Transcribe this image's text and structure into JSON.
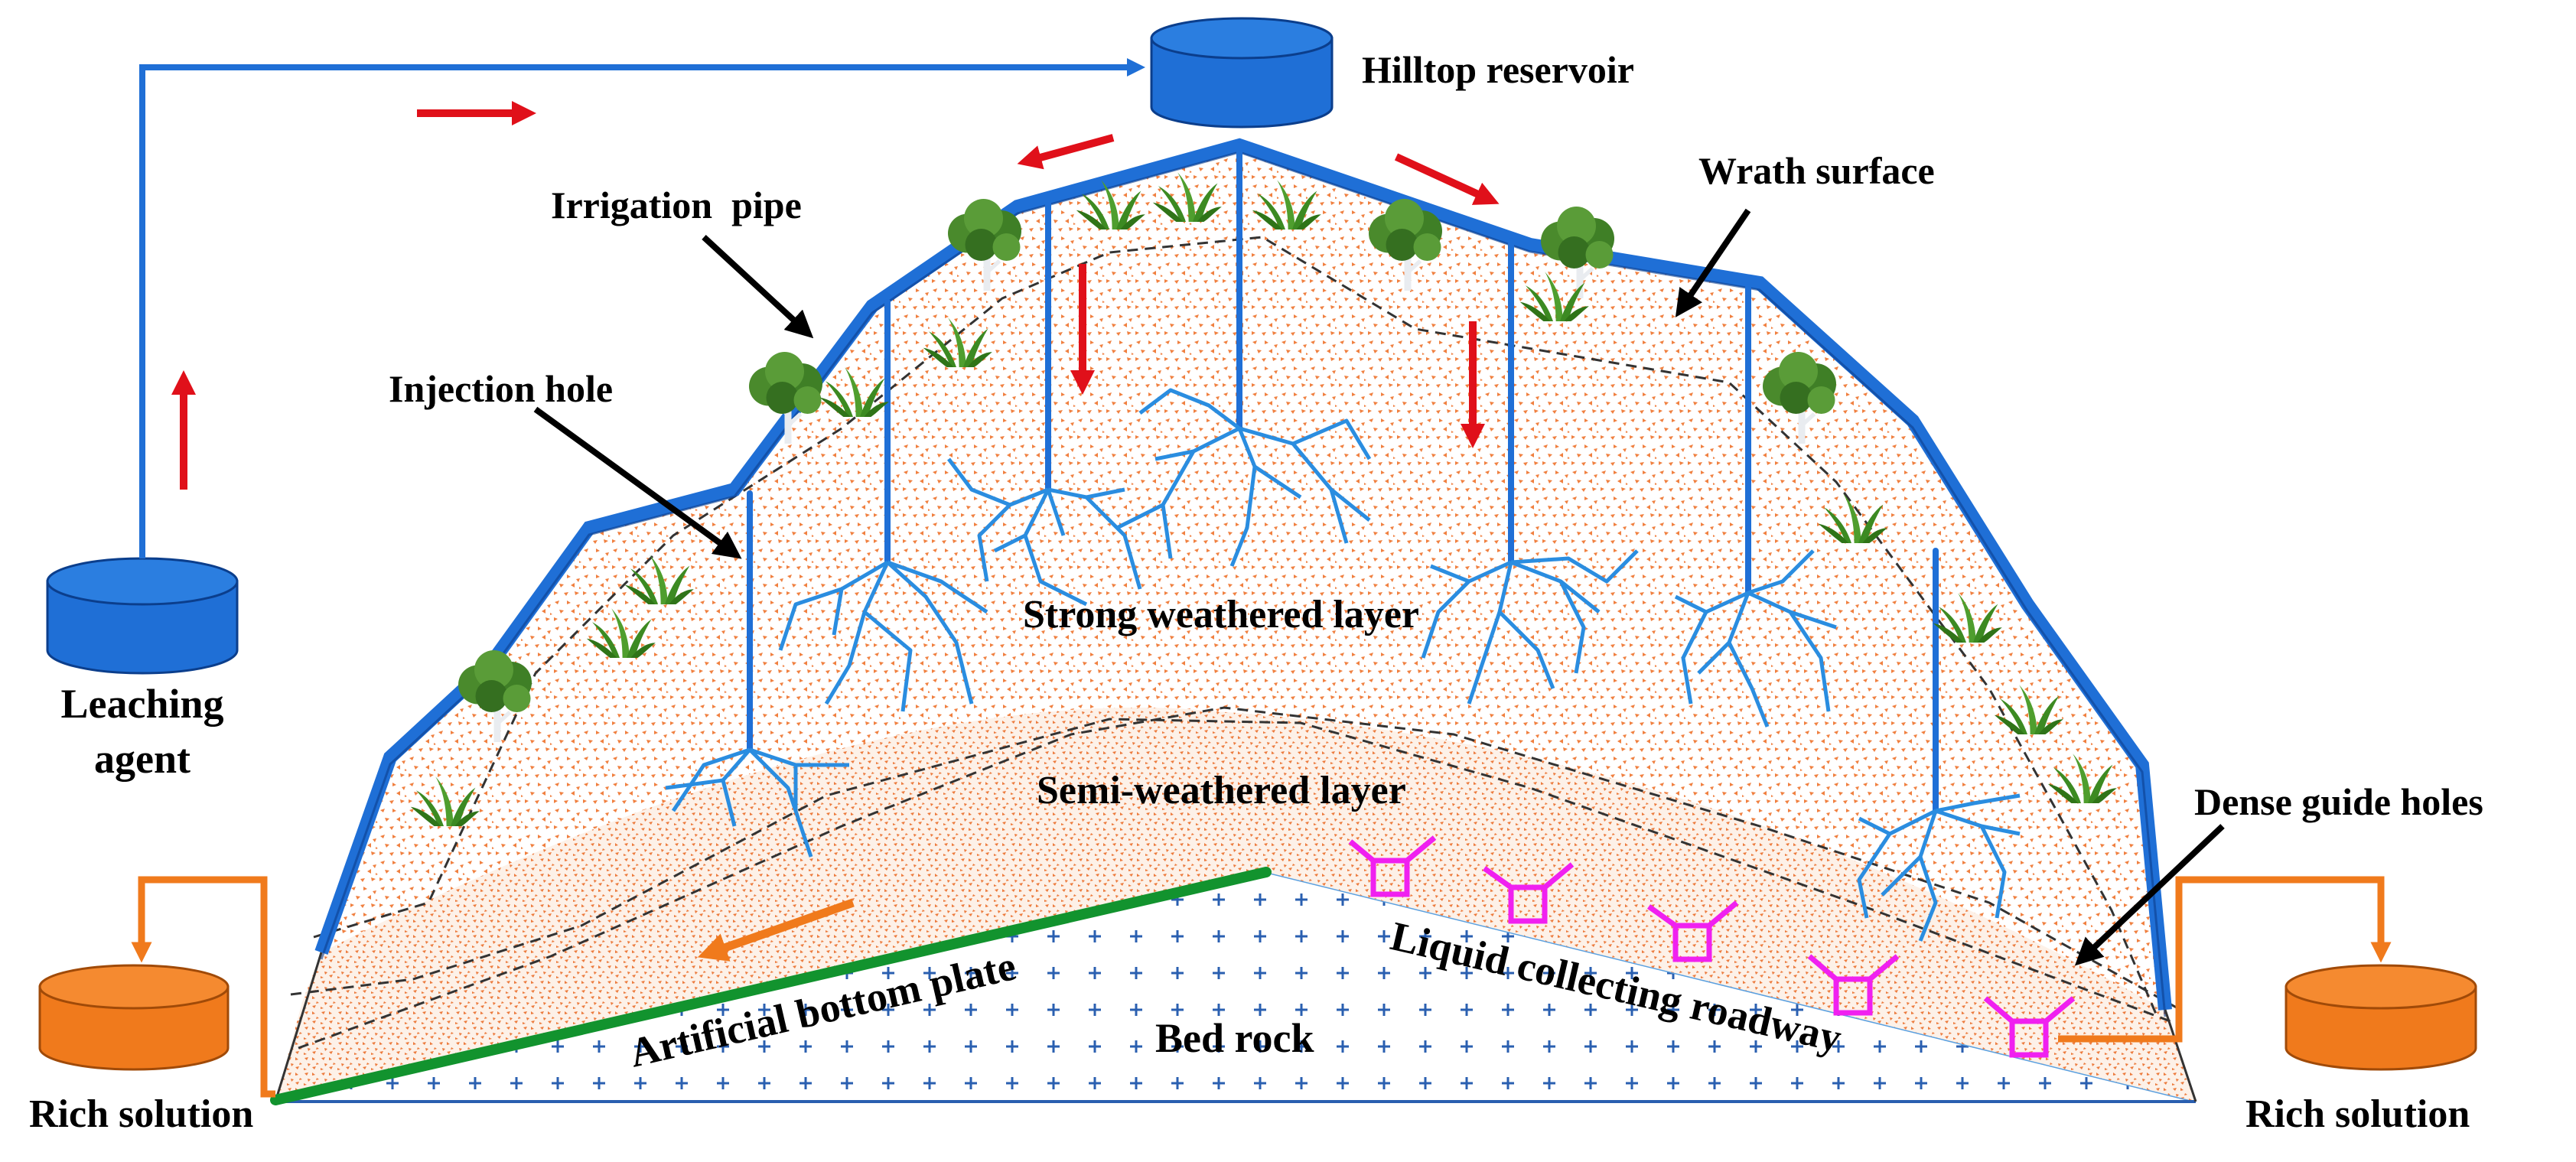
{
  "labels": {
    "hilltop_reservoir": "Hilltop reservoir",
    "irrigation_pipe": "Irrigation  pipe",
    "wrath_surface": "Wrath surface",
    "injection_hole": "Injection hole",
    "leaching_agent_line1": "Leaching",
    "leaching_agent_line2": "agent",
    "strong_weathered_layer": "Strong weathered layer",
    "semi_weathered_layer": "Semi-weathered layer",
    "dense_guide_holes": "Dense guide holes",
    "liquid_collecting_roadway": "Liquid collecting roadway",
    "artificial_bottom_plate": "Artificial bottom plate",
    "bed_rock": "Bed rock",
    "rich_solution_left": "Rich solution",
    "rich_solution_right": "Rich solution"
  },
  "colors": {
    "irrigation_pipe": "#1f6fd6",
    "crack_network": "#2a8de0",
    "flow_arrow": "#e0101a",
    "rich_solution": "#f07a1c",
    "bottom_plate": "#12932e",
    "guide_hole": "#f020f0",
    "ore_dots": "#f08040",
    "bedrock_cross": "#2a5fb0",
    "vegetation": "#3c8a22"
  },
  "icons": {
    "tank": "cylinder-tank-icon",
    "tree": "tree-icon",
    "grass": "grass-icon"
  }
}
